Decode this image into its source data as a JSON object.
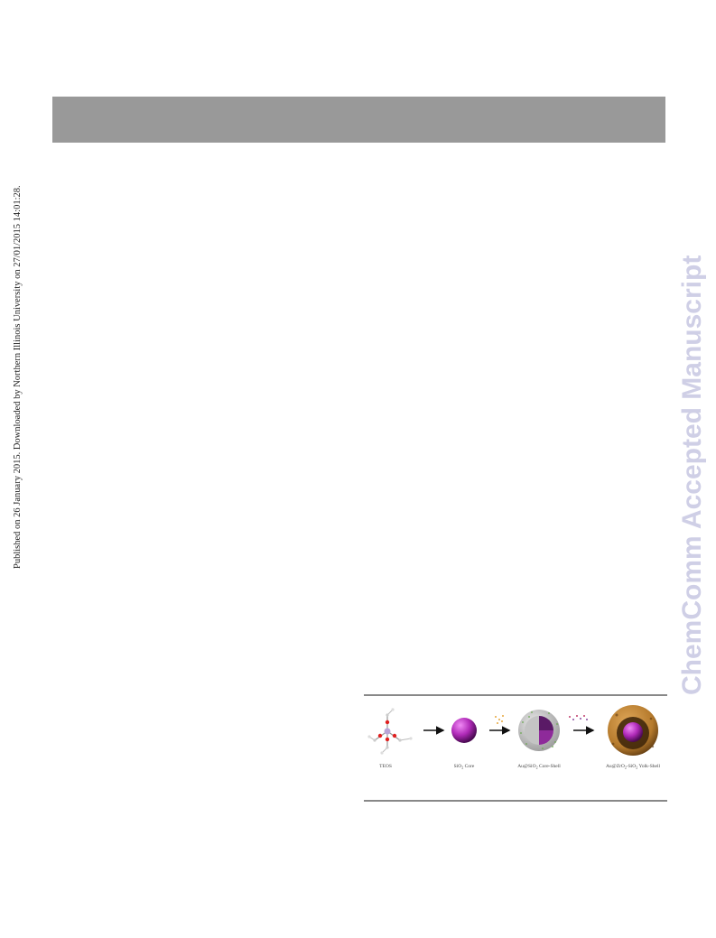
{
  "side_note": "Published on 26 January 2015. Downloaded by Northern Illinois University on 27/01/2015 14:01:28.",
  "watermark": "ChemComm Accepted Manuscript",
  "figure": {
    "labels": {
      "teos": "TEOS",
      "sio2_core_main": "SiO",
      "sio2_core_sub": "2",
      "sio2_core_rest": " Core",
      "core_shell_main": "Au@SiO",
      "core_shell_sub": "2",
      "core_shell_rest": " Core-Shell",
      "yolk_shell_main": "Au@ZrO",
      "yolk_shell_sub": "2",
      "yolk_shell_mid": "-SiO",
      "yolk_shell_sub2": "2",
      "yolk_shell_rest": " Yolk-Shell"
    },
    "colors": {
      "core": "#b02ab8",
      "shell_bronze": "#b57a2c",
      "arrow": "#111111"
    }
  }
}
